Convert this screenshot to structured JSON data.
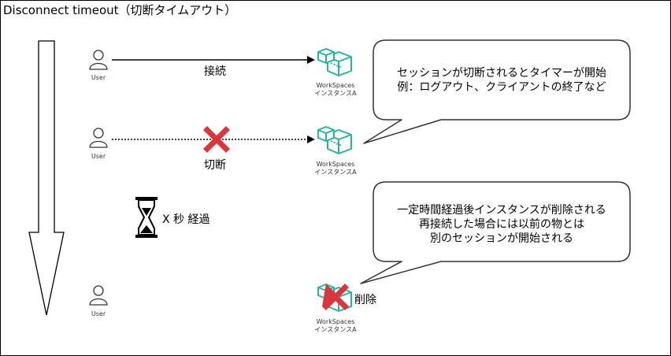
{
  "title": "Disconnect timeout（切断タイムアウト）",
  "users": [
    {
      "label": "User"
    },
    {
      "label": "User"
    },
    {
      "label": "User"
    }
  ],
  "workspaces": [
    {
      "name": "WorkSpaces",
      "sub": "インスタンスA"
    },
    {
      "name": "WorkSpaces",
      "sub": "インスタンスA"
    },
    {
      "name": "WorkSpaces",
      "sub": "インスタンスA"
    }
  ],
  "edges": {
    "connect_label": "接続",
    "disconnect_label": "切断",
    "delete_label": "削除"
  },
  "wait_label": "X 秒 経過",
  "bubble1": {
    "line1": "セッションが切断されるとタイマーが開始",
    "line2": "例：ログアウト、クライアントの終了など"
  },
  "bubble2": {
    "line1": "一定時間経過後インスタンスが削除される",
    "line2": "再接続した場合には以前の物とは",
    "line3": "別のセッションが開始される"
  },
  "colors": {
    "workspace": "#26B59A",
    "cross": "#D9363E"
  },
  "icons": [
    "user-icon",
    "workspaces-icon",
    "cross-icon",
    "hourglass-icon",
    "time-arrow"
  ]
}
